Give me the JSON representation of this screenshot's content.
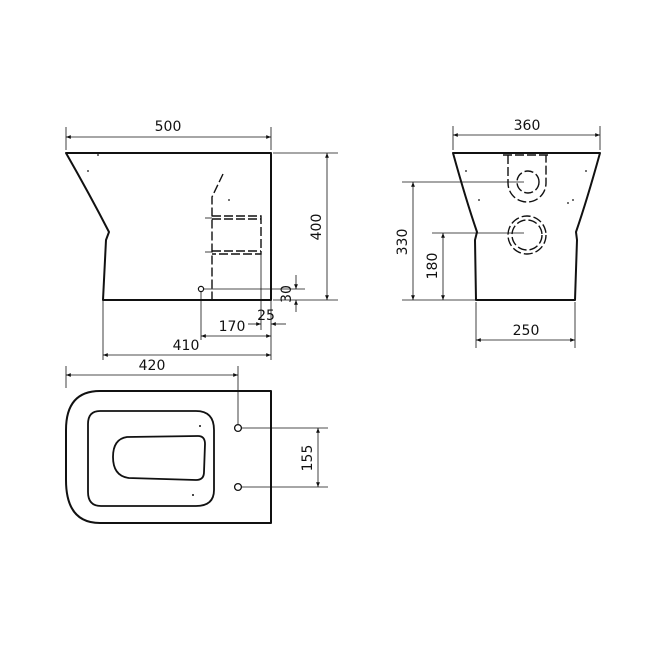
{
  "drawing": {
    "subject": "Back-to-wall toilet pan technical dimensions",
    "views": {
      "side": {
        "dimensions": {
          "overall_length": "500",
          "overall_height": "400",
          "waste_height": "30",
          "waste_offset_wall": "25",
          "inlet_offset": "170",
          "waste_to_front": "410"
        }
      },
      "front": {
        "dimensions": {
          "top_width": "360",
          "base_width": "250",
          "inlet_height": "330",
          "waste_height": "180"
        }
      },
      "plan": {
        "dimensions": {
          "fixing_distance": "420",
          "fixing_spacing": "155"
        }
      }
    },
    "colors": {
      "line": "#111111",
      "background": "#ffffff"
    }
  }
}
